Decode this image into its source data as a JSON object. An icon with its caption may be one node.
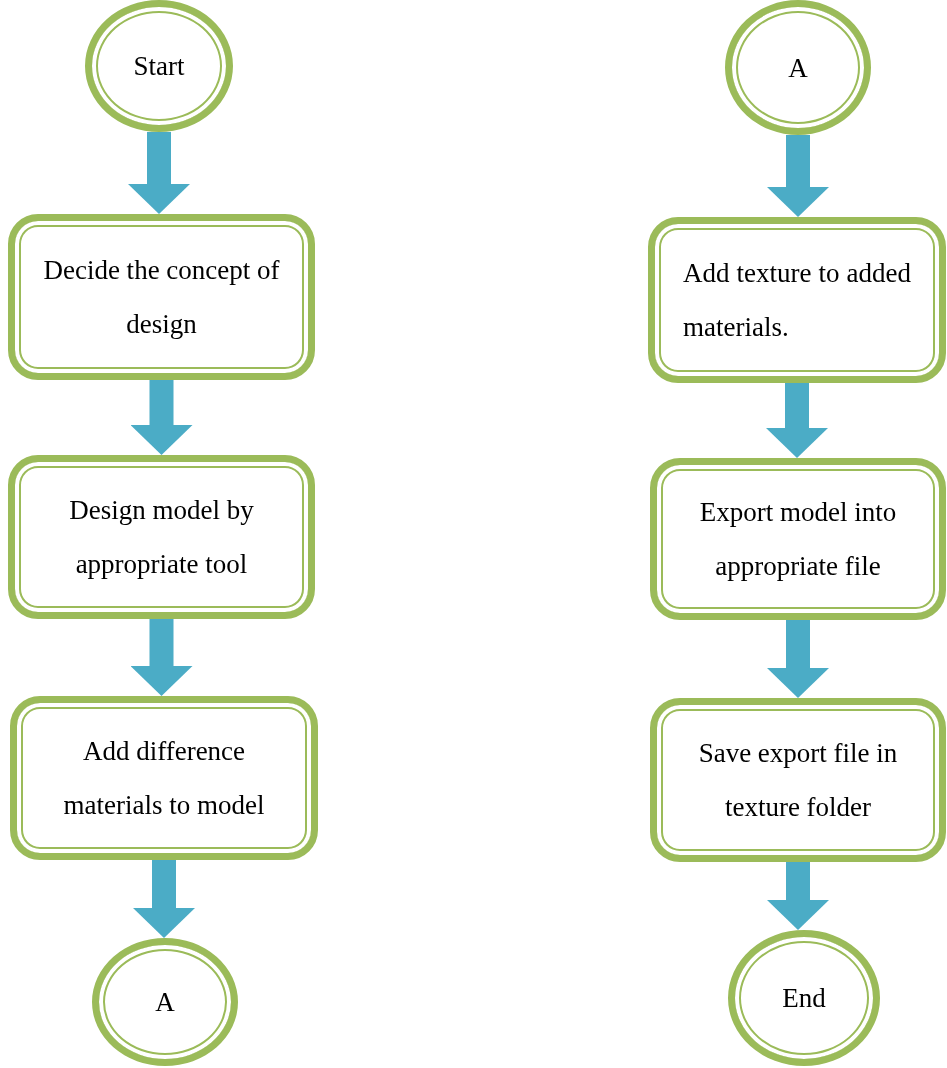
{
  "diagram": {
    "nodes": [
      {
        "text": [
          "Start"
        ]
      },
      {
        "text": [
          "Decide the concept of design"
        ]
      },
      {
        "text": [
          "Design model by appropriate tool"
        ]
      },
      {
        "text": [
          "Add difference materials to model"
        ]
      },
      {
        "text": [
          "A"
        ]
      },
      {
        "text": [
          "A"
        ]
      },
      {
        "text": [
          "Add texture to added materials."
        ]
      },
      {
        "text": [
          "Export model into appropriate file"
        ]
      },
      {
        "text": [
          "Save export file in texture folder"
        ]
      },
      {
        "text": [
          "End"
        ]
      }
    ],
    "edges": [
      {
        "from": 0,
        "to": 1,
        "arrow": "to"
      },
      {
        "from": 1,
        "to": 2,
        "arrow": "to"
      },
      {
        "from": 2,
        "to": 3,
        "arrow": "to"
      },
      {
        "from": 3,
        "to": 4,
        "arrow": "to"
      },
      {
        "from": 5,
        "to": 6,
        "arrow": "to"
      },
      {
        "from": 6,
        "to": 7,
        "arrow": "to"
      },
      {
        "from": 7,
        "to": 8,
        "arrow": "to"
      },
      {
        "from": 8,
        "to": 9,
        "arrow": "to"
      }
    ]
  }
}
